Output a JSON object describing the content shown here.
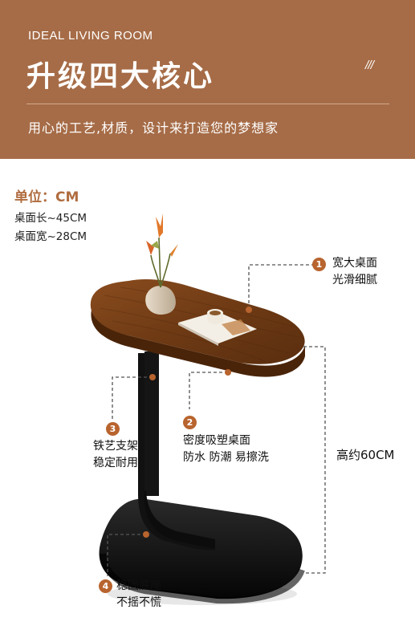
{
  "banner": {
    "subtitle_en": "IDEAL LIVING ROOM",
    "title": "升级四大核心",
    "decor": "///",
    "tagline": "用心的工艺,材质，设计来打造您的梦想家"
  },
  "spec": {
    "unit": "单位：CM",
    "length": "桌面长~45CM",
    "width": "桌面宽~28CM"
  },
  "features": [
    {
      "num": "1",
      "line1": "宽大桌面",
      "line2": "光滑细腻"
    },
    {
      "num": "2",
      "line1": "密度吸塑桌面",
      "line2": "防水 防潮 易擦洗"
    },
    {
      "num": "3",
      "line1": "铁艺支架",
      "line2": "稳定耐用"
    },
    {
      "num": "4",
      "line1": "稳固底座",
      "line2": "不摇不慌"
    }
  ],
  "height_label": "高约60CM",
  "colors": {
    "banner": "#a66c47",
    "accent": "#b06d40",
    "wood": "#7a4216",
    "metal": "#141414"
  }
}
